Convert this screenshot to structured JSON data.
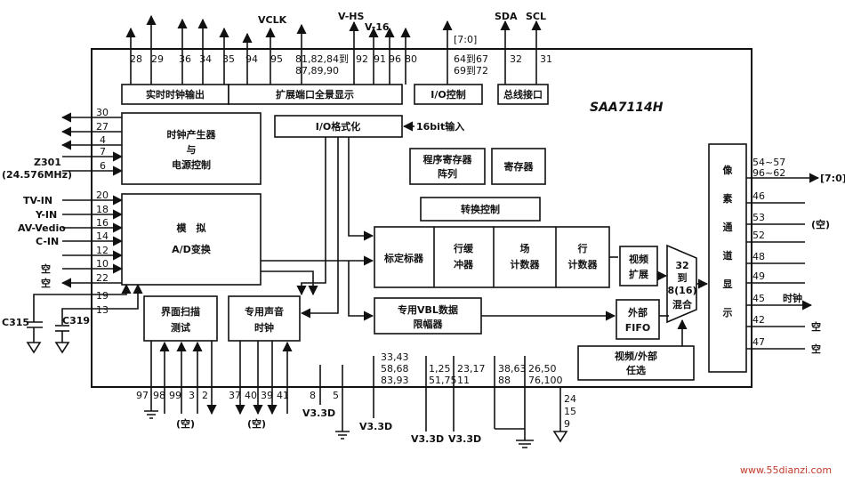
{
  "chip": {
    "title": "SAA7114H"
  },
  "top_signals": {
    "vclk": "VCLK",
    "vhs": "V-HS",
    "v16": "V-16",
    "bus70_top": "[7:0]",
    "sda": "SDA",
    "scl": "SCL"
  },
  "top_pins": {
    "p28": "28",
    "p29": "29",
    "p36": "36",
    "p34": "34",
    "p35": "35",
    "p94": "94",
    "p95": "95",
    "group_a1": "81,82,84到",
    "group_a2": "87,89,90",
    "p92": "92",
    "p91": "91",
    "p96": "96",
    "p80": "80",
    "group_b1": "64到67",
    "group_b2": "69到72",
    "p32": "32",
    "p31": "31"
  },
  "blocks": {
    "rtc_out": "实时时钟输出",
    "ext_port": "扩展端口全景显示",
    "io_ctrl": "I/O控制",
    "bus_if": "总线接口",
    "clock_gen_1": "时钟产生器",
    "clock_gen_2": "与",
    "clock_gen_3": "电源控制",
    "io_format": "I/O格式化",
    "input16": "16bit输入",
    "prog_reg_1": "程序寄存器",
    "prog_reg_2": "阵列",
    "register": "寄存器",
    "conv_ctrl": "转换控制",
    "adc_1": "模　拟",
    "adc_2": "A/D变换",
    "scaler": "标定标器",
    "line_buf_1": "行缓",
    "line_buf_2": "冲器",
    "field_cnt_1": "场",
    "field_cnt_2": "计数器",
    "line_cnt_1": "行",
    "line_cnt_2": "计数器",
    "video_ext_1": "视频",
    "video_ext_2": "扩展",
    "mux_1": "32",
    "mux_2": "到",
    "mux_3": "8(16)",
    "mux_4": "混合",
    "pixel_1": "像",
    "pixel_2": "素",
    "pixel_3": "通",
    "pixel_4": "道",
    "pixel_5": "显",
    "pixel_6": "示",
    "scan_test_1": "界面扫描",
    "scan_test_2": "测试",
    "audio_clk_1": "专用声音",
    "audio_clk_2": "时钟",
    "vbl_1": "专用VBL数据",
    "vbl_2": "限幅器",
    "ext_fifo_1": "外部",
    "ext_fifo_2": "FIFO",
    "video_sel_1": "视频/外部",
    "video_sel_2": "任选"
  },
  "left_pins": {
    "p30": "30",
    "p27": "27",
    "p4": "4",
    "p7": "7",
    "p6": "6",
    "z301": "Z301",
    "crystal": "(24.576MHz)",
    "p20": "20",
    "p18": "18",
    "p16": "16",
    "p14": "14",
    "p12": "12",
    "p10": "10",
    "p22": "22",
    "p19": "19",
    "p13": "13",
    "tv_in": "TV-IN",
    "y_in": "Y-IN",
    "av_vedio": "AV-Vedio",
    "c_in": "C-IN",
    "nc1": "空",
    "nc2": "空",
    "c315": "C315",
    "c319": "C319"
  },
  "right_pins": {
    "bus_pins_1": "54~57",
    "bus_pins_2": "96~62",
    "bus70": "[7:0]",
    "p46": "46",
    "p53": "53",
    "nc53": "(空)",
    "p52": "52",
    "p48": "48",
    "p49": "49",
    "p45": "45",
    "clock": "时钟",
    "p42": "42",
    "nc42": "空",
    "p47": "47",
    "nc47": "空"
  },
  "bottom_pins": {
    "p97": "97",
    "p98": "98",
    "p99": "99",
    "p3": "3",
    "p2": "2",
    "nc_a": "(空)",
    "p37": "37",
    "p40": "40",
    "p39": "39",
    "p41": "41",
    "nc_b": "(空)",
    "p8": "8",
    "p5": "5",
    "v33d_a": "V3.3D",
    "g1a": "33,43",
    "g1b": "58,68",
    "g1c": "83,93",
    "v33d_b": "V3.3D",
    "g2a": "1,25",
    "g2b": "51,75",
    "v33d_c": "V3.3D",
    "g3a": "23,17",
    "g3b": "11",
    "v33d_d": "V3.3D",
    "g4a": "38,63",
    "g4b": "88",
    "g5a": "26,50",
    "g5b": "76,100",
    "g6a": "24",
    "g6b": "15",
    "g6c": "9"
  },
  "watermark": "www.55dianzi.com"
}
